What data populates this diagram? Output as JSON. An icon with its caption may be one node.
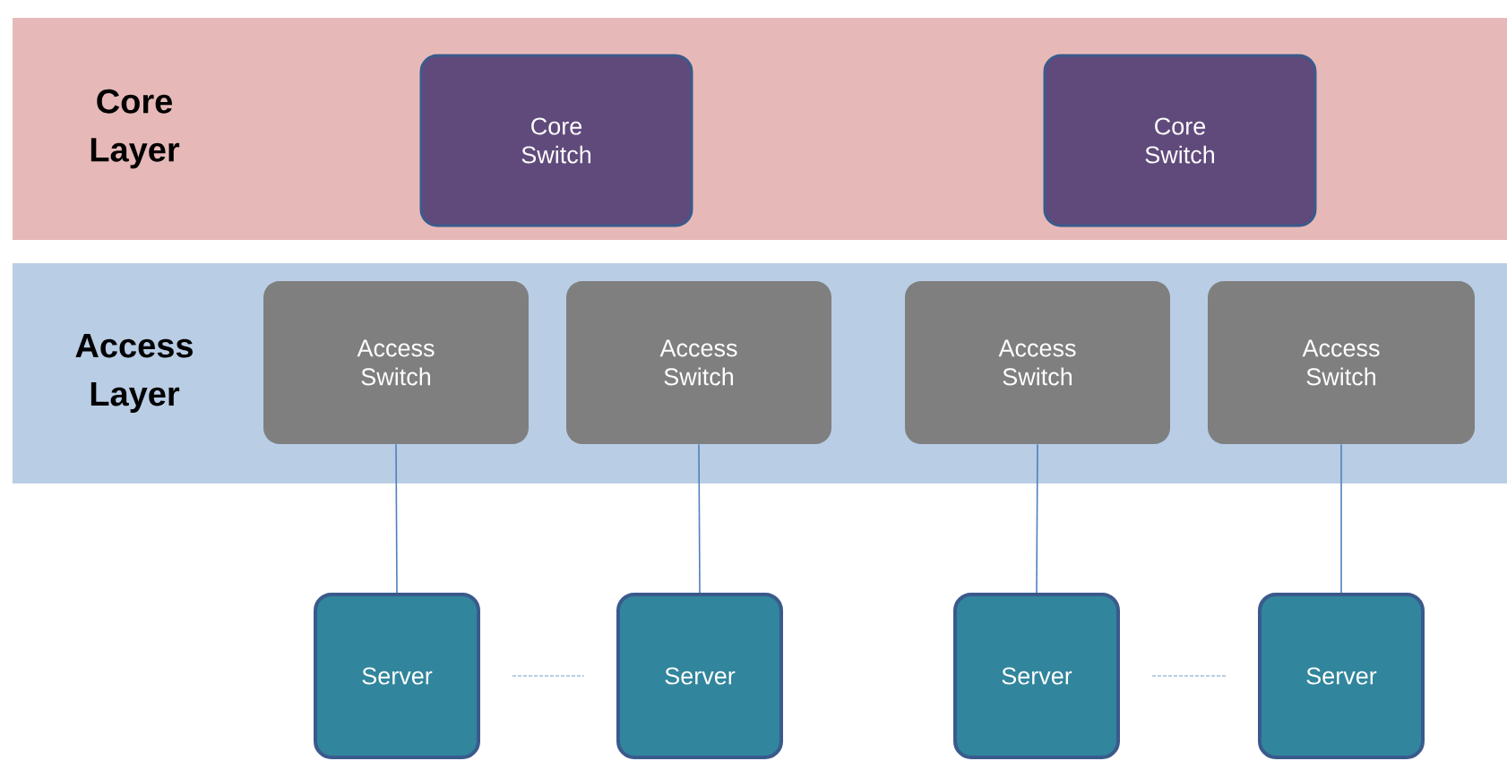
{
  "diagram": {
    "nodes": [
      {
        "text": [
          "Core Layer"
        ]
      },
      {
        "text": [
          "Core Switch"
        ],
        "in": 0
      },
      {
        "text": [
          "Core Switch"
        ],
        "in": 0
      },
      {
        "text": [
          "Access Layer"
        ]
      },
      {
        "text": [
          "Access Switch"
        ],
        "in": 3
      },
      {
        "text": [
          "Access Switch"
        ],
        "in": 3
      },
      {
        "text": [
          "Access Switch"
        ],
        "in": 3
      },
      {
        "text": [
          "Access Switch"
        ],
        "in": 3
      },
      {
        "text": [
          "Server"
        ]
      },
      {
        "text": [
          "Server"
        ]
      },
      {
        "text": [
          "Server"
        ]
      },
      {
        "text": [
          "Server"
        ]
      }
    ],
    "edges": [
      {
        "from": 4,
        "to": 8,
        "arrow": "none"
      },
      {
        "from": 5,
        "to": 9,
        "arrow": "none"
      },
      {
        "from": 6,
        "to": 10,
        "arrow": "none"
      },
      {
        "from": 7,
        "to": 11,
        "arrow": "none"
      },
      {
        "from": 8,
        "to": 9,
        "arrow": "none",
        "style": "dashed"
      },
      {
        "from": 10,
        "to": 11,
        "arrow": "none",
        "style": "dashed"
      }
    ]
  }
}
